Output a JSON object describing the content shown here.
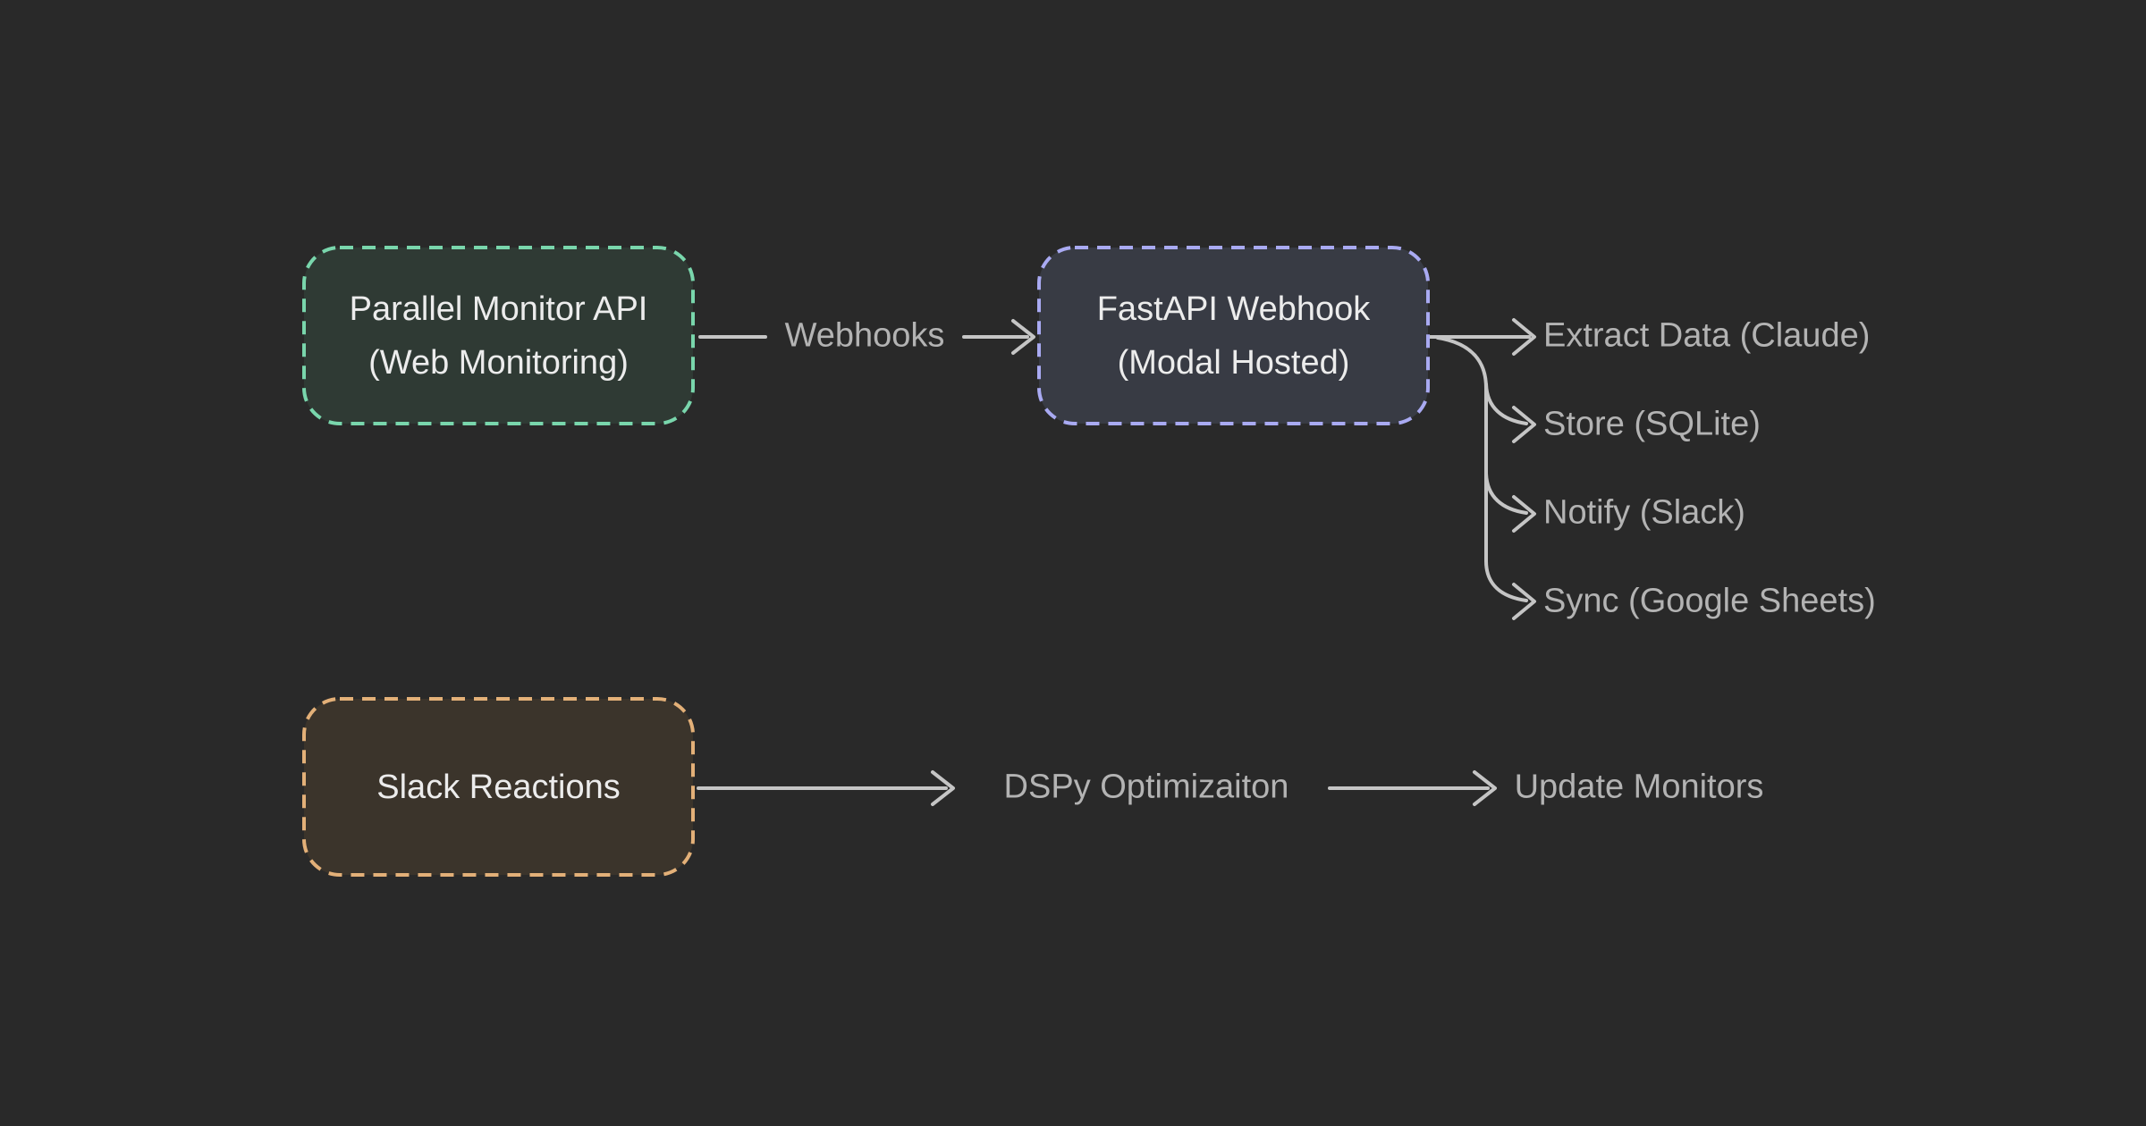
{
  "diagram": {
    "background": "#292929",
    "nodes": [
      {
        "id": "parallel-monitor-api",
        "line1": "Parallel Monitor API",
        "line2": "(Web Monitoring)",
        "border_color": "#79d6ac",
        "fill_color": "#2f3a34"
      },
      {
        "id": "fastapi-webhook",
        "line1": "FastAPI Webhook",
        "line2": "(Modal Hosted)",
        "border_color": "#a9aaf2",
        "fill_color": "#383b44"
      },
      {
        "id": "slack-reactions",
        "line1": "Slack Reactions",
        "border_color": "#e3b078",
        "fill_color": "#3b342b"
      }
    ],
    "edge_labels": {
      "webhooks": "Webhooks",
      "dspy_optimization": "DSPy Optimizaiton",
      "update_monitors": "Update Monitors"
    },
    "branch_targets": [
      "Extract Data (Claude)",
      "Store (SQLite)",
      "Notify (Slack)",
      "Sync (Google Sheets)"
    ],
    "colors": {
      "connector": "#c5c5c5",
      "label_text": "#b3b3b3",
      "node_text": "#ececec"
    }
  }
}
